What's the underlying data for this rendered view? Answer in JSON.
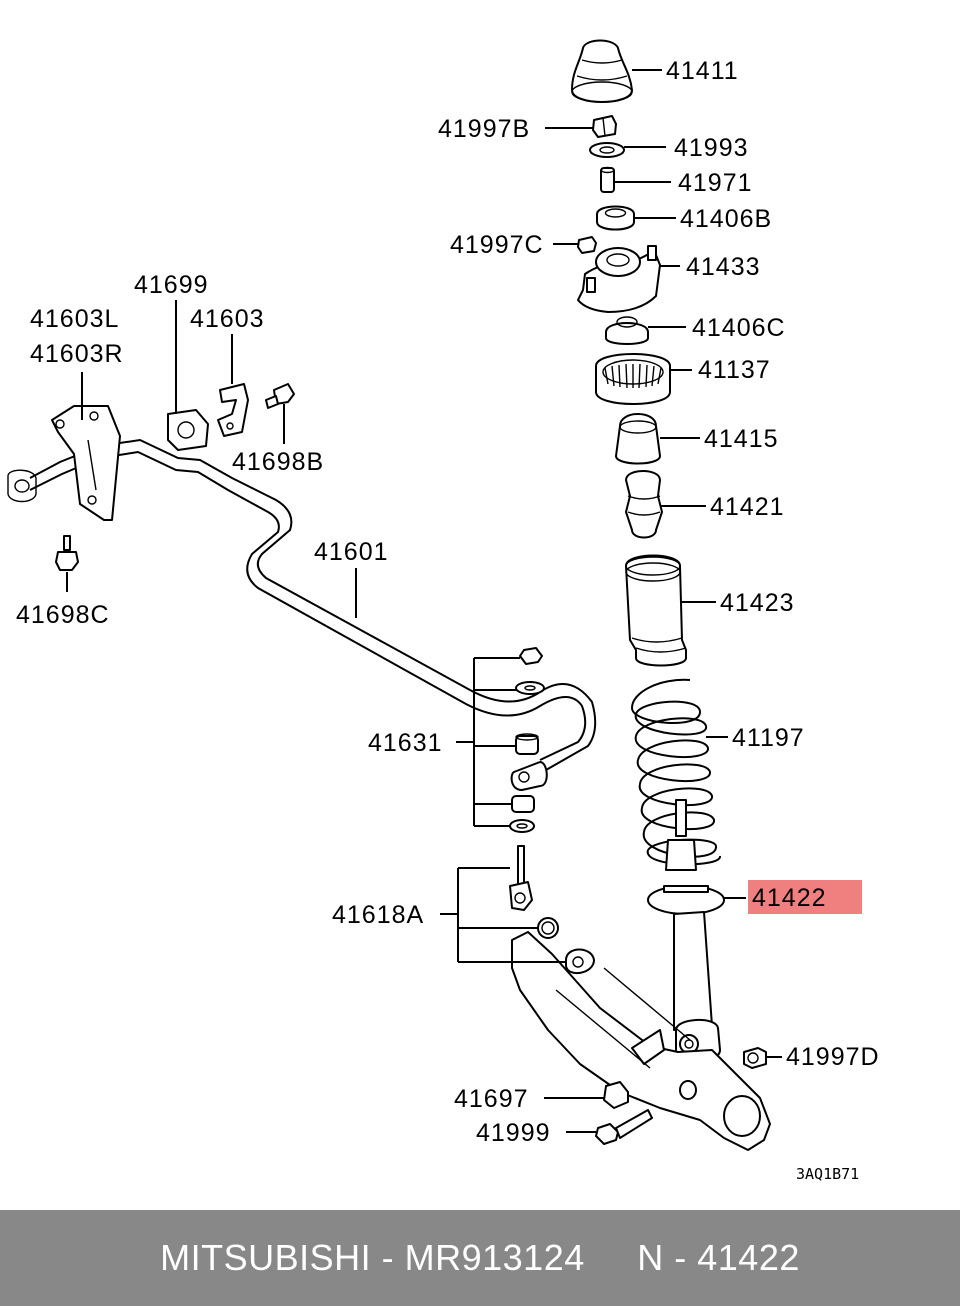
{
  "diagram": {
    "labels": {
      "p41411": "41411",
      "p41997B": "41997B",
      "p41993": "41993",
      "p41971": "41971",
      "p41406B": "41406B",
      "p41997C": "41997C",
      "p41433": "41433",
      "p41406C": "41406C",
      "p41137": "41137",
      "p41415": "41415",
      "p41421": "41421",
      "p41423": "41423",
      "p41197": "41197",
      "p41422": "41422",
      "p41997D": "41997D",
      "p41697": "41697",
      "p41999": "41999",
      "p41699": "41699",
      "p41603L": "41603L",
      "p41603R": "41603R",
      "p41603": "41603",
      "p41698B": "41698B",
      "p41698C": "41698C",
      "p41601": "41601",
      "p41631": "41631",
      "p41618A": "41618A"
    },
    "drawing_code": "3AQ1B71",
    "highlight_color": "#f08080"
  },
  "footer": {
    "brand": "MITSUBISHI",
    "separator1": " - ",
    "part_number": "MR913124",
    "gap": "     ",
    "ref_prefix": "N",
    "separator2": " - ",
    "ref_number": "41422"
  },
  "colors": {
    "footer_bg": "#888888",
    "footer_text": "#ffffff",
    "highlight": "#f08080"
  }
}
